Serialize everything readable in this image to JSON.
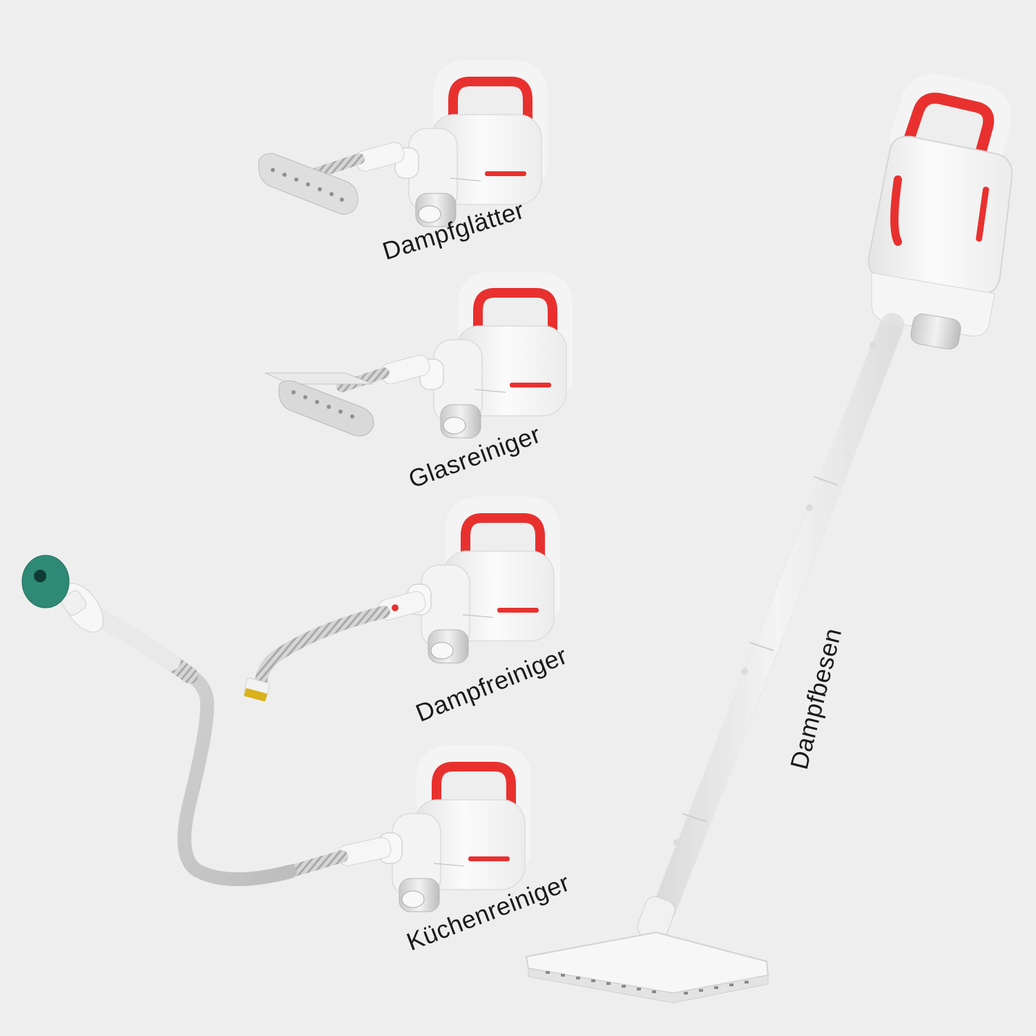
{
  "labels": {
    "steam_ironer": "Dampfglätter",
    "glass_cleaner": "Glasreiniger",
    "steam_cleaner": "Dampfreiniger",
    "kitchen_cleaner": "Küchenreiniger",
    "steam_mop": "Dampfbesen"
  },
  "colors": {
    "background": "#eeeeee",
    "body_white": "#f7f7f7",
    "accent_red": "#e8312f",
    "grey_pad": "#d8d8d8",
    "teal_nozzle": "#2e8a76",
    "brush_yellow": "#d9b21c"
  }
}
